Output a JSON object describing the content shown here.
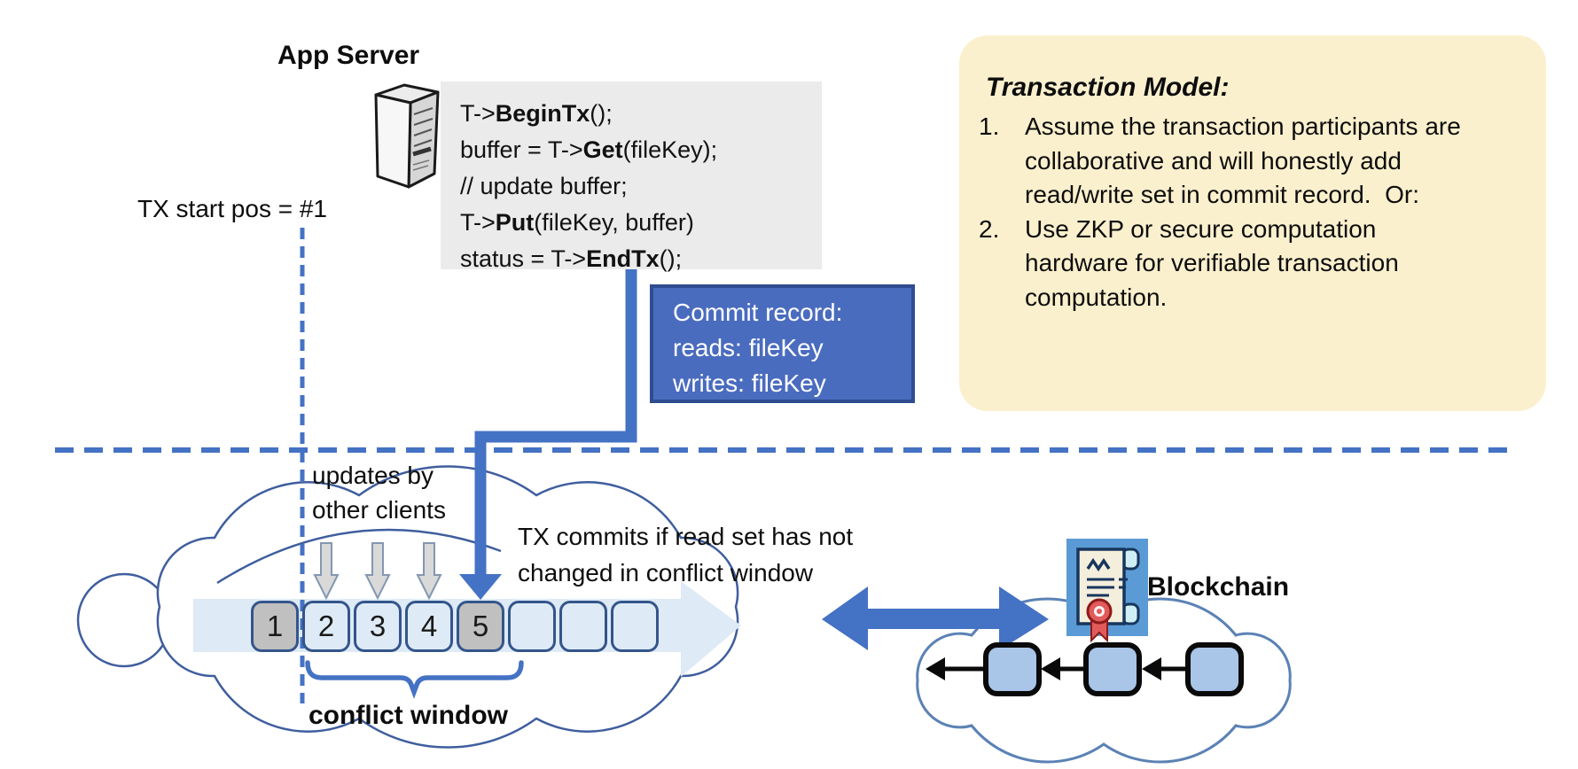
{
  "app_server": {
    "label": "App Server"
  },
  "code_block": {
    "lines": [
      {
        "pre": "T->",
        "bold": "BeginTx",
        "post": "();"
      },
      {
        "pre": "buffer = T->",
        "bold": "Get",
        "post": "(fileKey);"
      },
      {
        "pre": "// update buffer;",
        "bold": "",
        "post": ""
      },
      {
        "pre": "T->",
        "bold": "Put",
        "post": "(fileKey, buffer)"
      },
      {
        "pre": "status = T->",
        "bold": "EndTx",
        "post": "();"
      }
    ]
  },
  "commit_record": {
    "lines": [
      "Commit record:",
      "reads: fileKey",
      "writes: fileKey"
    ]
  },
  "transaction_model": {
    "title": "Transaction Model:",
    "items": [
      {
        "num": "1.",
        "text": "Assume the transaction participants are collaborative and will honestly add read/write set in commit record.  Or:"
      },
      {
        "num": "2.",
        "text": "Use ZKP or secure computation hardware for verifiable transaction computation."
      }
    ]
  },
  "labels": {
    "tx_start": "TX start pos = #1",
    "updates_by": "updates by\nother clients",
    "tx_commits": "TX commits if read set has not\nchanged in conflict window",
    "conflict_window": "conflict window",
    "blockchain": "Blockchain"
  },
  "timeline": {
    "boxes": [
      {
        "label": "1",
        "state": "committed-start"
      },
      {
        "label": "2",
        "state": "other-update"
      },
      {
        "label": "3",
        "state": "other-update"
      },
      {
        "label": "4",
        "state": "other-update"
      },
      {
        "label": "5",
        "state": "commit-position"
      },
      {
        "label": "",
        "state": "future"
      },
      {
        "label": "",
        "state": "future"
      },
      {
        "label": "",
        "state": "future"
      }
    ]
  },
  "colors": {
    "accent_blue": "#4472C4",
    "commit_box_fill": "#4A6CBF",
    "commit_box_border": "#2F4C8F",
    "note_bg": "#FBF0CD",
    "code_bg": "#EBEBEB",
    "band_fill": "#DEEAF6",
    "box_border": "#34558B",
    "box_fill_light": "#DEEBF7",
    "box_fill_gray": "#C0C0C0",
    "cloud_left_stroke": "#3F5E9E",
    "cloud_right_stroke": "#5B82B5",
    "block_fill": "#A9C5E8",
    "cert_bg": "#5B9BD5",
    "seal_red": "#E25B5B"
  }
}
